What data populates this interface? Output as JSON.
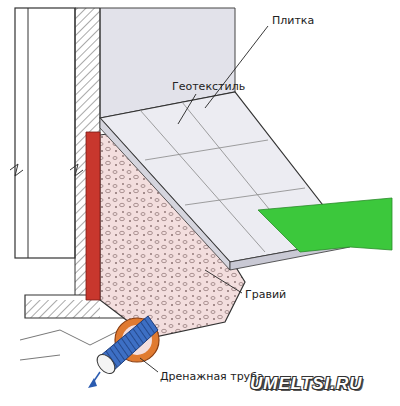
{
  "diagram": {
    "labels": [
      "Плитка",
      "Геотекстиль",
      "Гравий",
      "Дренажная труба",
      "UMELTSI.RU"
    ]
  }
}
